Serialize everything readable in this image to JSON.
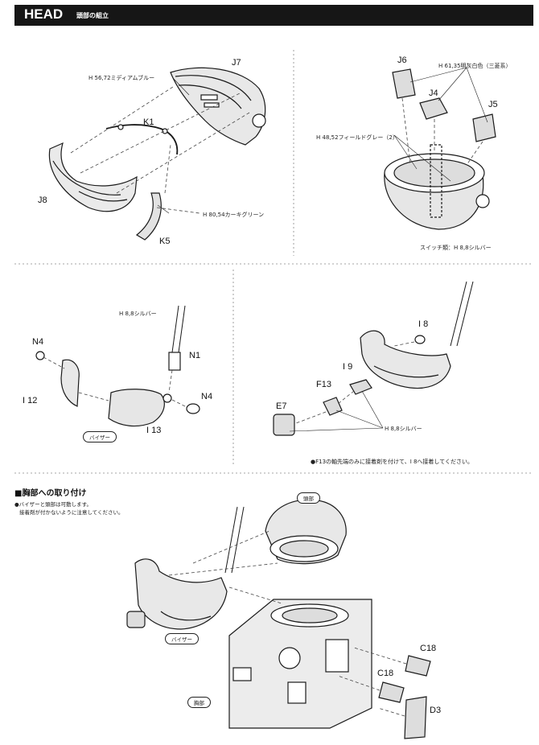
{
  "header": {
    "title": "HEAD",
    "subtitle": "頭部の組立"
  },
  "step1": {
    "parts": {
      "j7": "J7",
      "k1": "K1",
      "j8": "J8",
      "k5": "K5"
    },
    "paint_medium_blue": "H 56,72ミディアムブルー",
    "paint_khaki_green": "H 80,54カーキグリーン"
  },
  "step2": {
    "parts": {
      "j6": "J6",
      "j4": "J4",
      "j5": "J5"
    },
    "paint_ijn_gray": "H 61,35明灰白色（三菱系）",
    "paint_field_gray": "H 48,52フィールドグレー（2）",
    "switch_note": "スイッチ類：H 8,8シルバー"
  },
  "step3": {
    "parts": {
      "n4a": "N4",
      "n1": "N1",
      "i12": "I 12",
      "n4b": "N4",
      "i13": "I 13"
    },
    "paint_silver": "H 8,8シルバー",
    "visor_tag": "バイザー"
  },
  "step4": {
    "parts": {
      "i8": "I 8",
      "i9": "I 9",
      "f13": "F13",
      "e7": "E7"
    },
    "paint_silver": "H 8,8シルバー",
    "glue_note": "●F13の軸先端のみに接着剤を付けて、I 8へ接着してください。"
  },
  "step5": {
    "title": "■胸部への取り付け",
    "note_line1": "●バイザーと頭部は可動します。",
    "note_line2": "接着剤が付かないように注意してください。",
    "head_tag": "頭部",
    "visor_tag": "バイザー",
    "chest_tag": "胸部",
    "parts": {
      "c18a": "C18",
      "c18b": "C18",
      "d3": "D3"
    }
  }
}
